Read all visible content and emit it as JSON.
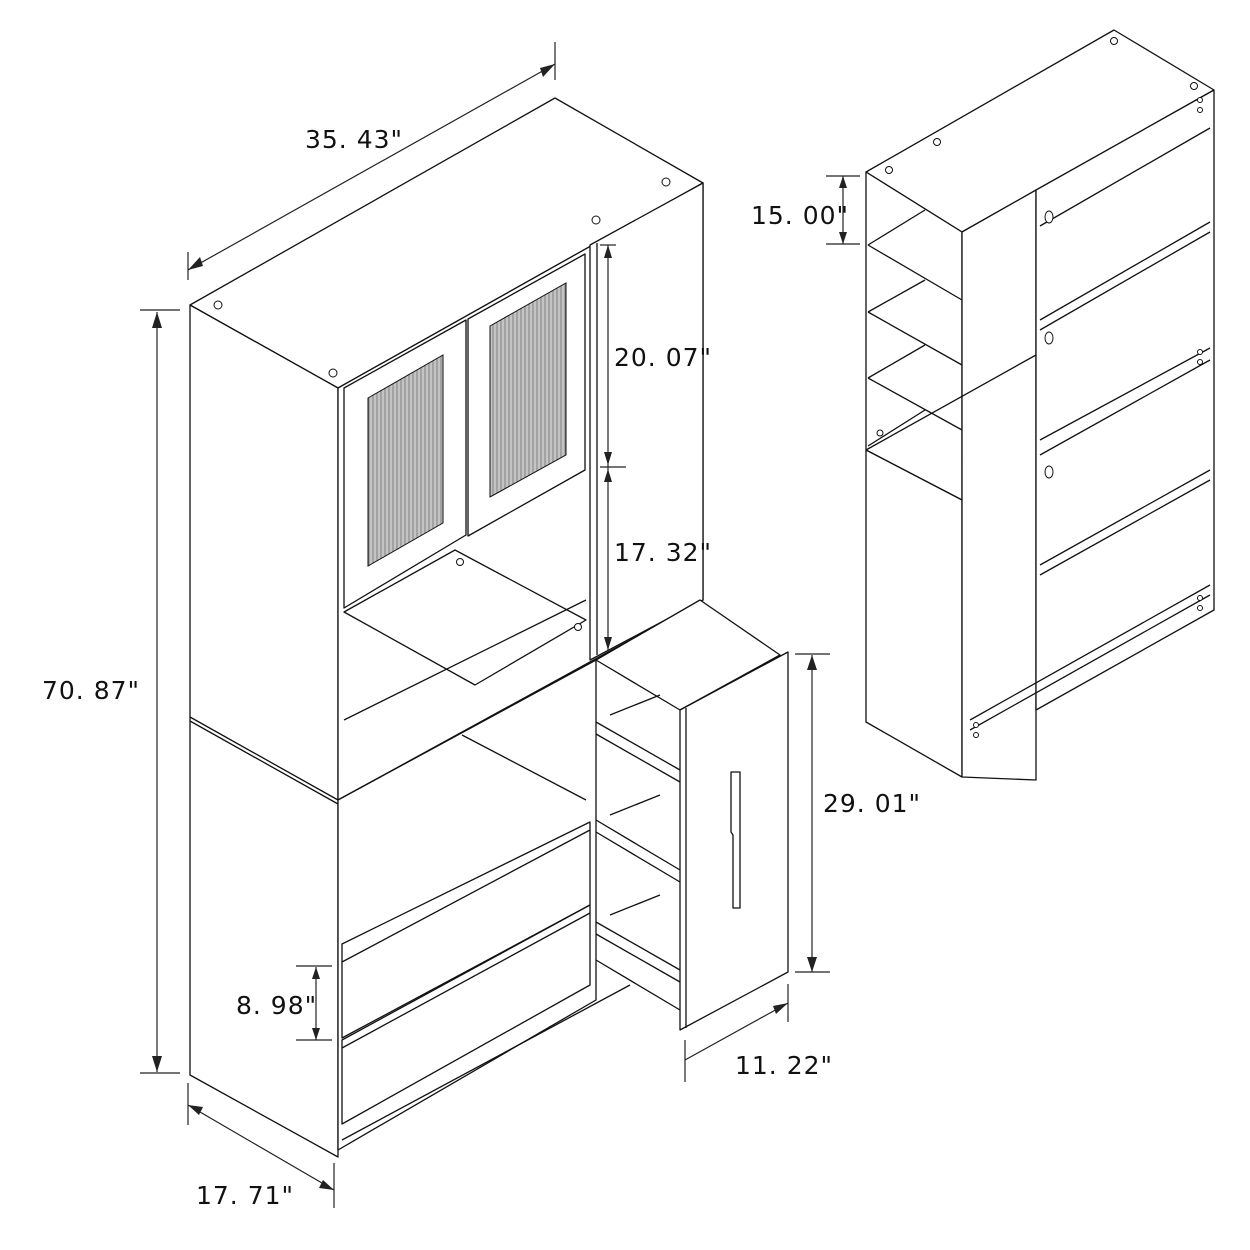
{
  "diagram": {
    "type": "furniture-dimension-drawing",
    "subject": "Kitchen pantry cabinet with glass doors, open shelf, drawers and pull-out side cabinet",
    "colors": {
      "line": "#111111",
      "glass": "#c4c4c4",
      "background": "#ffffff"
    }
  },
  "dimensions": {
    "overall_width": "35. 43\"",
    "overall_height": "70. 87\"",
    "depth": "17. 71\"",
    "upper_door_height": "20. 07\"",
    "open_shelf_height": "17. 32\"",
    "pullout_height": "29. 01\"",
    "pullout_width": "11. 22\"",
    "drawer_height": "8. 98\"",
    "shelf_spacing": "15. 00\""
  },
  "views": [
    {
      "name": "front-isometric",
      "parts": [
        "glass-doors",
        "open-microwave-shelf",
        "two-drawers",
        "pull-out-side-cabinet"
      ]
    },
    {
      "name": "rear-isometric",
      "parts": [
        "open-side-shelves",
        "back-panel"
      ]
    }
  ]
}
